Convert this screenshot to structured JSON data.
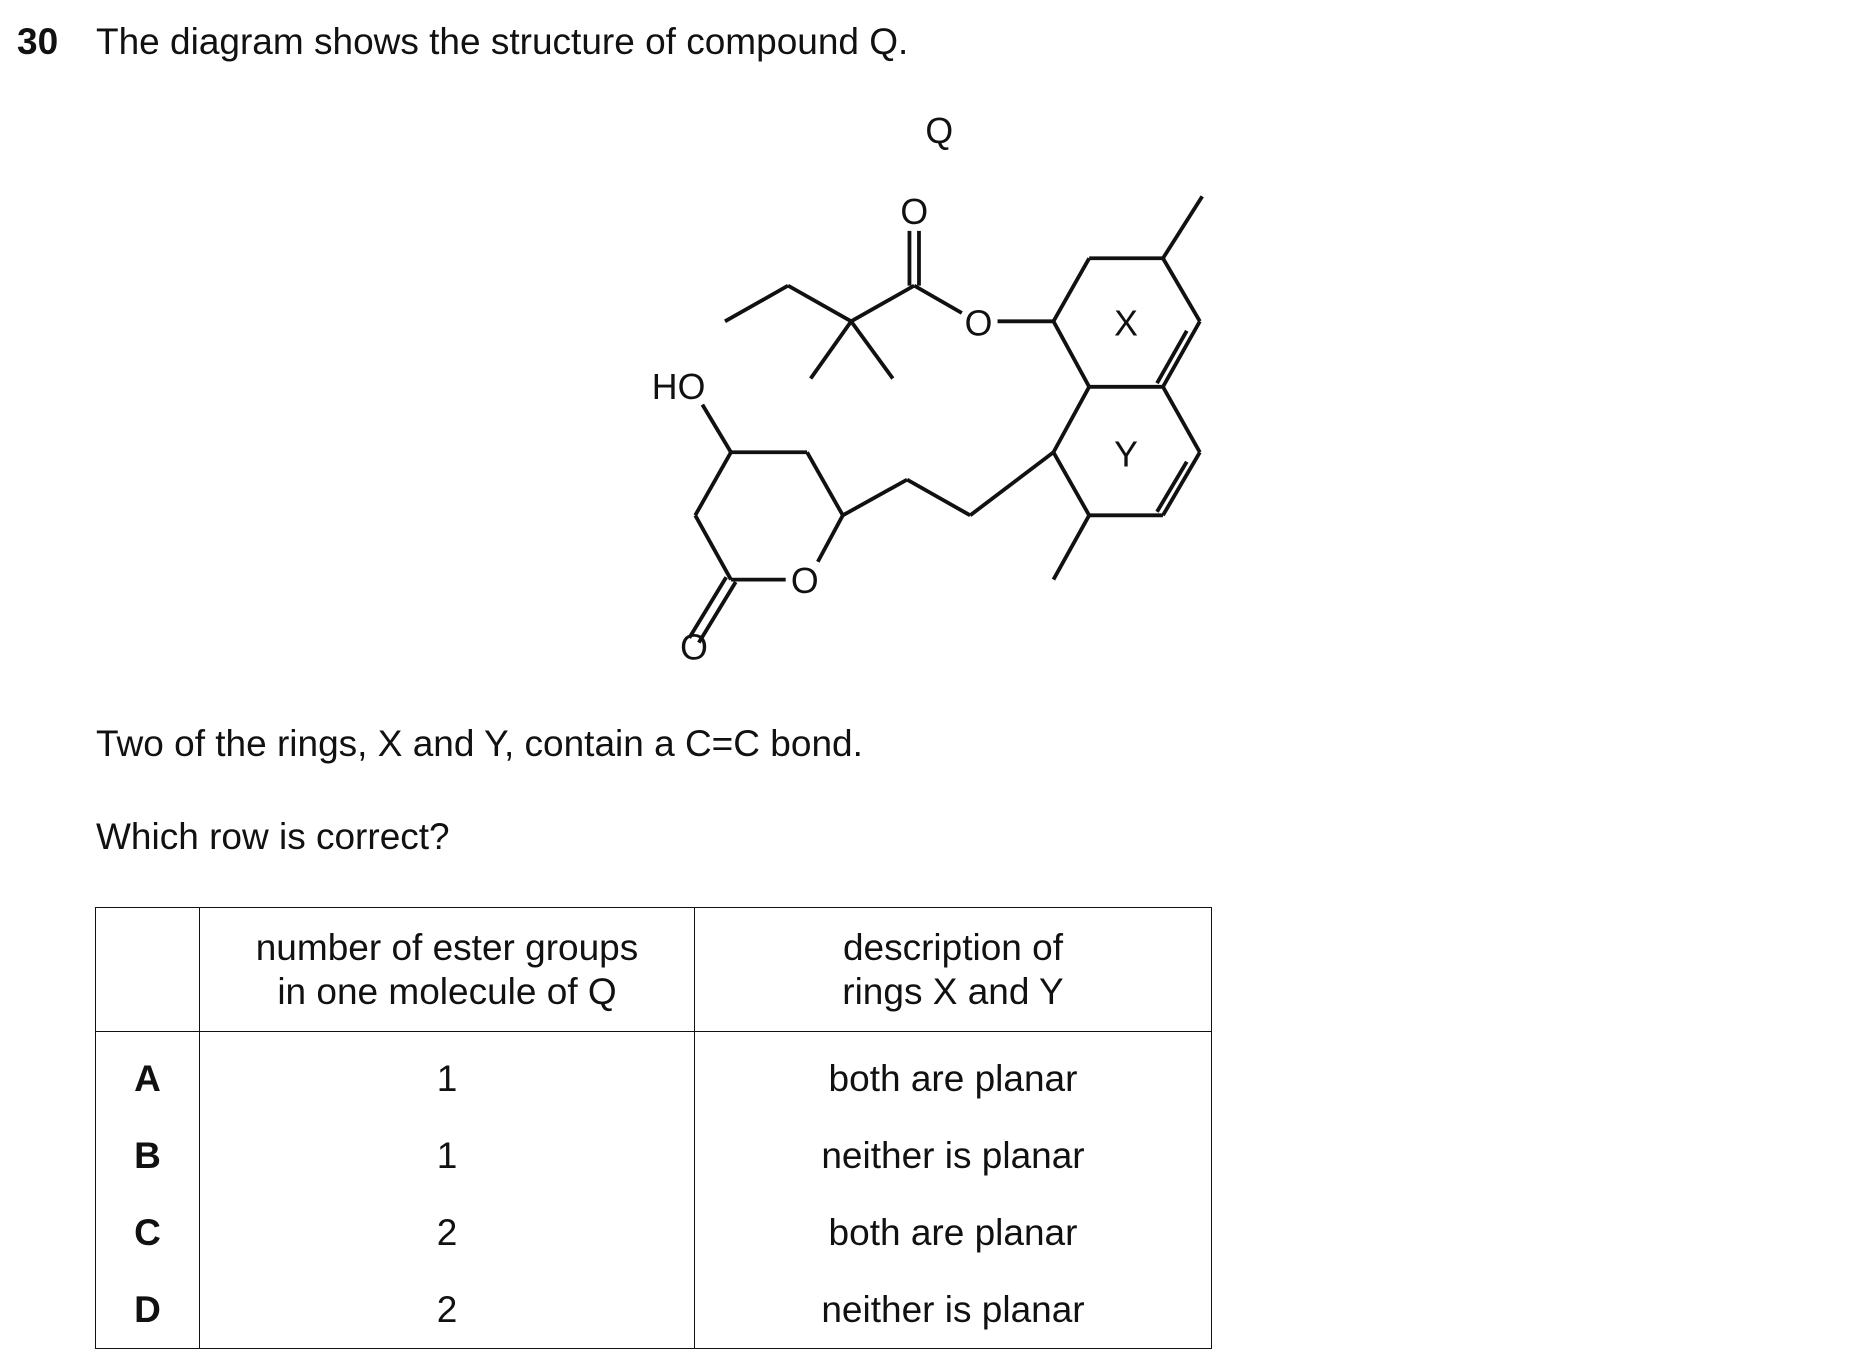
{
  "question": {
    "number": "30",
    "text": "The diagram shows the structure of compound Q.",
    "statement": "Two of the rings, X and Y, contain a C=C bond.",
    "prompt": "Which row is correct?"
  },
  "diagram": {
    "compound_label": "Q",
    "atom_labels": {
      "o": "O",
      "ho": "HO",
      "ring_x": "X",
      "ring_y": "Y"
    }
  },
  "table": {
    "headers": [
      "",
      "number of ester groups in one molecule of Q",
      "description of rings X and Y"
    ],
    "header_lines": {
      "col2": [
        "number of ester groups",
        "in one molecule of Q"
      ],
      "col3": [
        "description of",
        "rings X and Y"
      ]
    },
    "rows": [
      {
        "option": "A",
        "esters": "1",
        "description": "both are planar"
      },
      {
        "option": "B",
        "esters": "1",
        "description": "neither is planar"
      },
      {
        "option": "C",
        "esters": "2",
        "description": "both are planar"
      },
      {
        "option": "D",
        "esters": "2",
        "description": "neither is planar"
      }
    ]
  }
}
